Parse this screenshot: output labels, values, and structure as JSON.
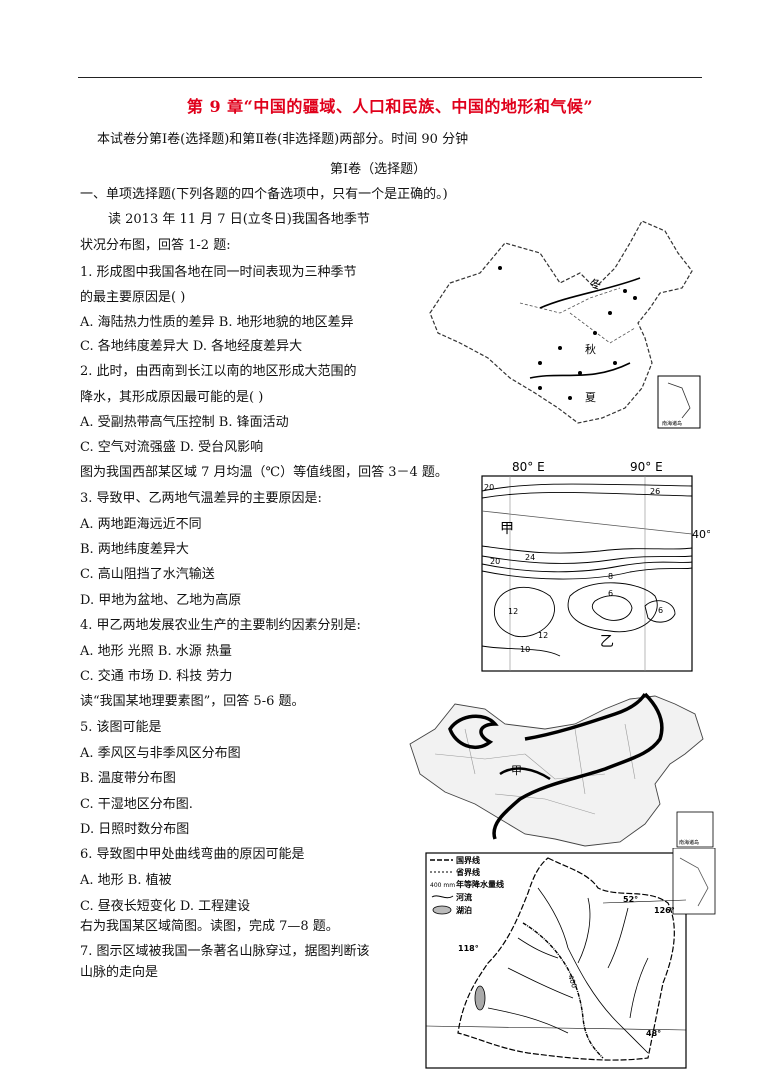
{
  "title": "第 9 章“中国的疆域、人口和民族、中国的地形和气候”",
  "intro": "本试卷分第Ⅰ卷(选择题)和第Ⅱ卷(非选择题)两部分。时间 90 分钟",
  "part1": "第Ⅰ卷（选择题）",
  "section": "一、单项选择题(下列各题的四个备选项中，只有一个是正确的。)",
  "lines": {
    "l1": "读 2013 年 11 月 7 日(立冬日)我国各地季节",
    "l2": "状况分布图，回答 1-2 题:",
    "q1a": "1. 形成图中我国各地在同一时间表现为三种季节",
    "q1b": "的最主要原因是(  )",
    "q1A": "A. 海陆热力性质的差异 B. 地形地貌的地区差异",
    "q1C": "C. 各地纬度差异大     D. 各地经度差异大",
    "q2a": "2. 此时，由西南到长江以南的地区形成大范围的",
    "q2b": "降水，其形成原因最可能的是(  )",
    "q2A": "A. 受副热带高气压控制        B. 锋面活动",
    "q2C": "C. 空气对流强盛              D. 受台风影响",
    "l3": "图为我国西部某区域 7 月均温（℃）等值线图，回答 3－4 题。",
    "q3": "3. 导致甲、乙两地气温差异的主要原因是:",
    "q3A": "A. 两地距海远近不同",
    "q3B": "B. 两地纬度差异大",
    "q3C": "C. 高山阻挡了水汽输送",
    "q3D": "D. 甲地为盆地、乙地为高原",
    "q4": "4. 甲乙两地发展农业生产的主要制约因素分别是:",
    "q4A": "A. 地形  光照         B. 水源  热量",
    "q4C": "C. 交通  市场         D. 科技  劳力",
    "l4": "读“我国某地理要素图”，回答 5-6 题。",
    "q5": "5. 该图可能是",
    "q5A": "A. 季风区与非季风区分布图",
    "q5B": "B. 温度带分布图",
    "q5C": "C. 干湿地区分布图.",
    "q5D": "D. 日照时数分布图",
    "q6": "6. 导致图中甲处曲线弯曲的原因可能是",
    "q6A": "A. 地形               B. 植被",
    "q6C": "C. 昼夜长短变化       D. 工程建设",
    "l5": "右为我国某区域简图。读图，完成 7—8 题。",
    "q7a": "7. 图示区域被我国一条著名山脉穿过，据图判断该",
    "q7b": "山脉的走向是"
  },
  "map1": {
    "winter": "冬",
    "autumn": "秋",
    "summer": "夏",
    "inset": "南海诸岛"
  },
  "map2": {
    "lon1": "80° E",
    "lon2": "90° E",
    "lat": "40°N",
    "jia": "甲",
    "yi": "乙",
    "c20a": "20",
    "c26": "26",
    "c20b": "20",
    "c24": "24",
    "c8": "8",
    "c6a": "6",
    "c6b": "6",
    "c12a": "12",
    "c12b": "12",
    "c10": "10"
  },
  "map3": {
    "jia": "甲",
    "inset": "南海诸岛"
  },
  "map4": {
    "legend": [
      "国界线",
      "省界线",
      "年等降水量线",
      "河流",
      "湖泊"
    ],
    "mm": "400 mm",
    "lat52": "52°",
    "lon126": "126°",
    "lon118": "118°",
    "lat48": "48°",
    "iso400": "400"
  }
}
